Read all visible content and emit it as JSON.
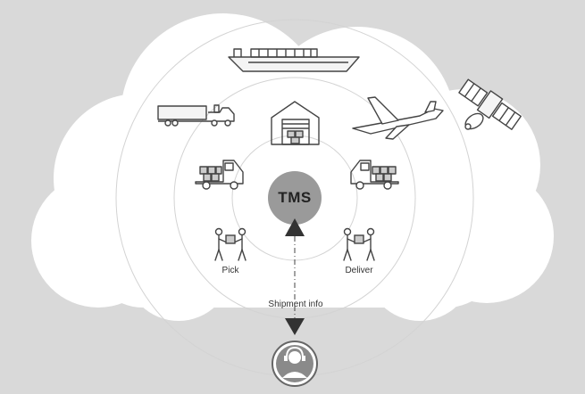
{
  "diagram": {
    "center": {
      "label": "TMS"
    },
    "pick": {
      "label": "Pick"
    },
    "deliver": {
      "label": "Deliver"
    },
    "flow": {
      "label": "Shipment info"
    },
    "icons": [
      "cargo-ship-icon",
      "truck-trailer-icon",
      "warehouse-icon",
      "airplane-icon",
      "satellite-icon",
      "delivery-van-icon",
      "handover-icon",
      "customer-service-icon"
    ],
    "colors": {
      "background": "#d9d9d9",
      "cloud": "#ffffff",
      "ring": "#d6d6d6",
      "hub": "#9a9a9a",
      "ink": "#333333"
    }
  }
}
